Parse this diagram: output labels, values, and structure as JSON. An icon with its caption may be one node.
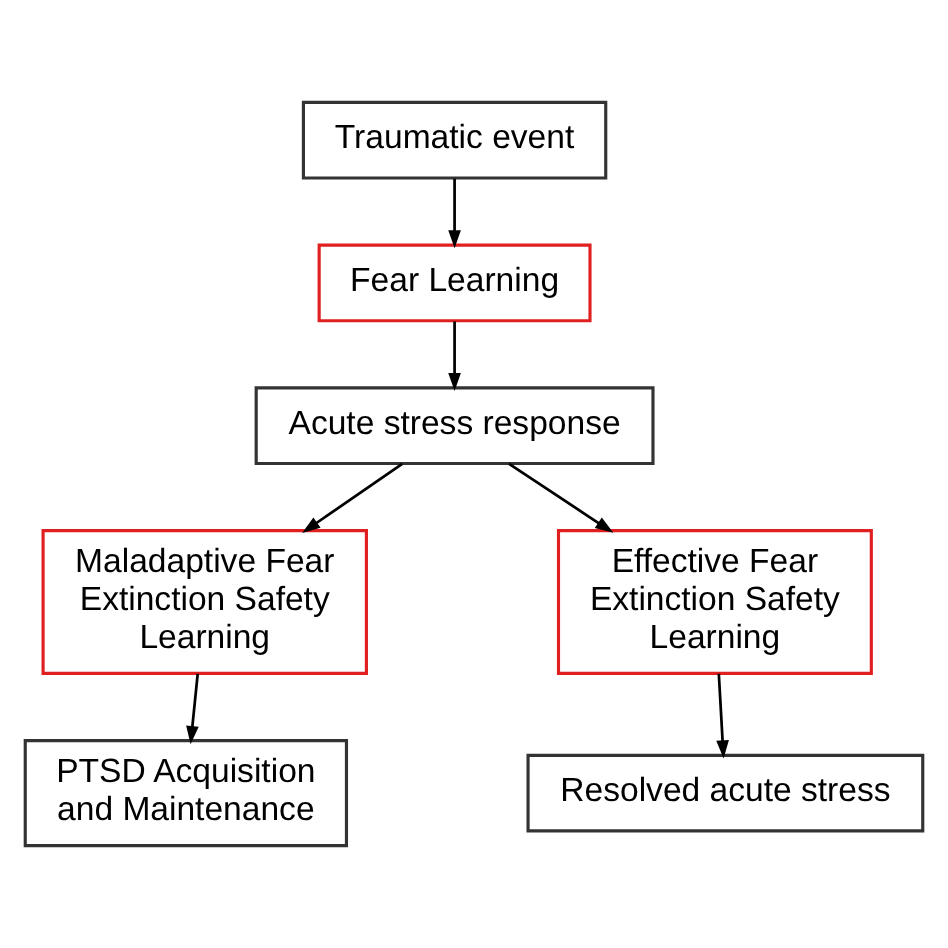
{
  "diagram": {
    "nodes": [
      {
        "text": [
          "Traumatic event"
        ]
      },
      {
        "text": [
          "Fear Learning"
        ]
      },
      {
        "text": [
          "Acute stress response"
        ]
      },
      {
        "text": [
          "Maladaptive Fear Extinction Safety Learning"
        ]
      },
      {
        "text": [
          "Effective Fear Extinction Safety Learning"
        ]
      },
      {
        "text": [
          "PTSD Acquisition and Maintenance"
        ]
      },
      {
        "text": [
          "Resolved acute stress"
        ]
      }
    ],
    "edges": [
      {
        "from": 0,
        "to": 1,
        "arrow": "to"
      },
      {
        "from": 1,
        "to": 2,
        "arrow": "to"
      },
      {
        "from": 2,
        "to": 3,
        "arrow": "to"
      },
      {
        "from": 2,
        "to": 4,
        "arrow": "to"
      },
      {
        "from": 3,
        "to": 5,
        "arrow": "to"
      },
      {
        "from": 4,
        "to": 6,
        "arrow": "to"
      }
    ]
  }
}
